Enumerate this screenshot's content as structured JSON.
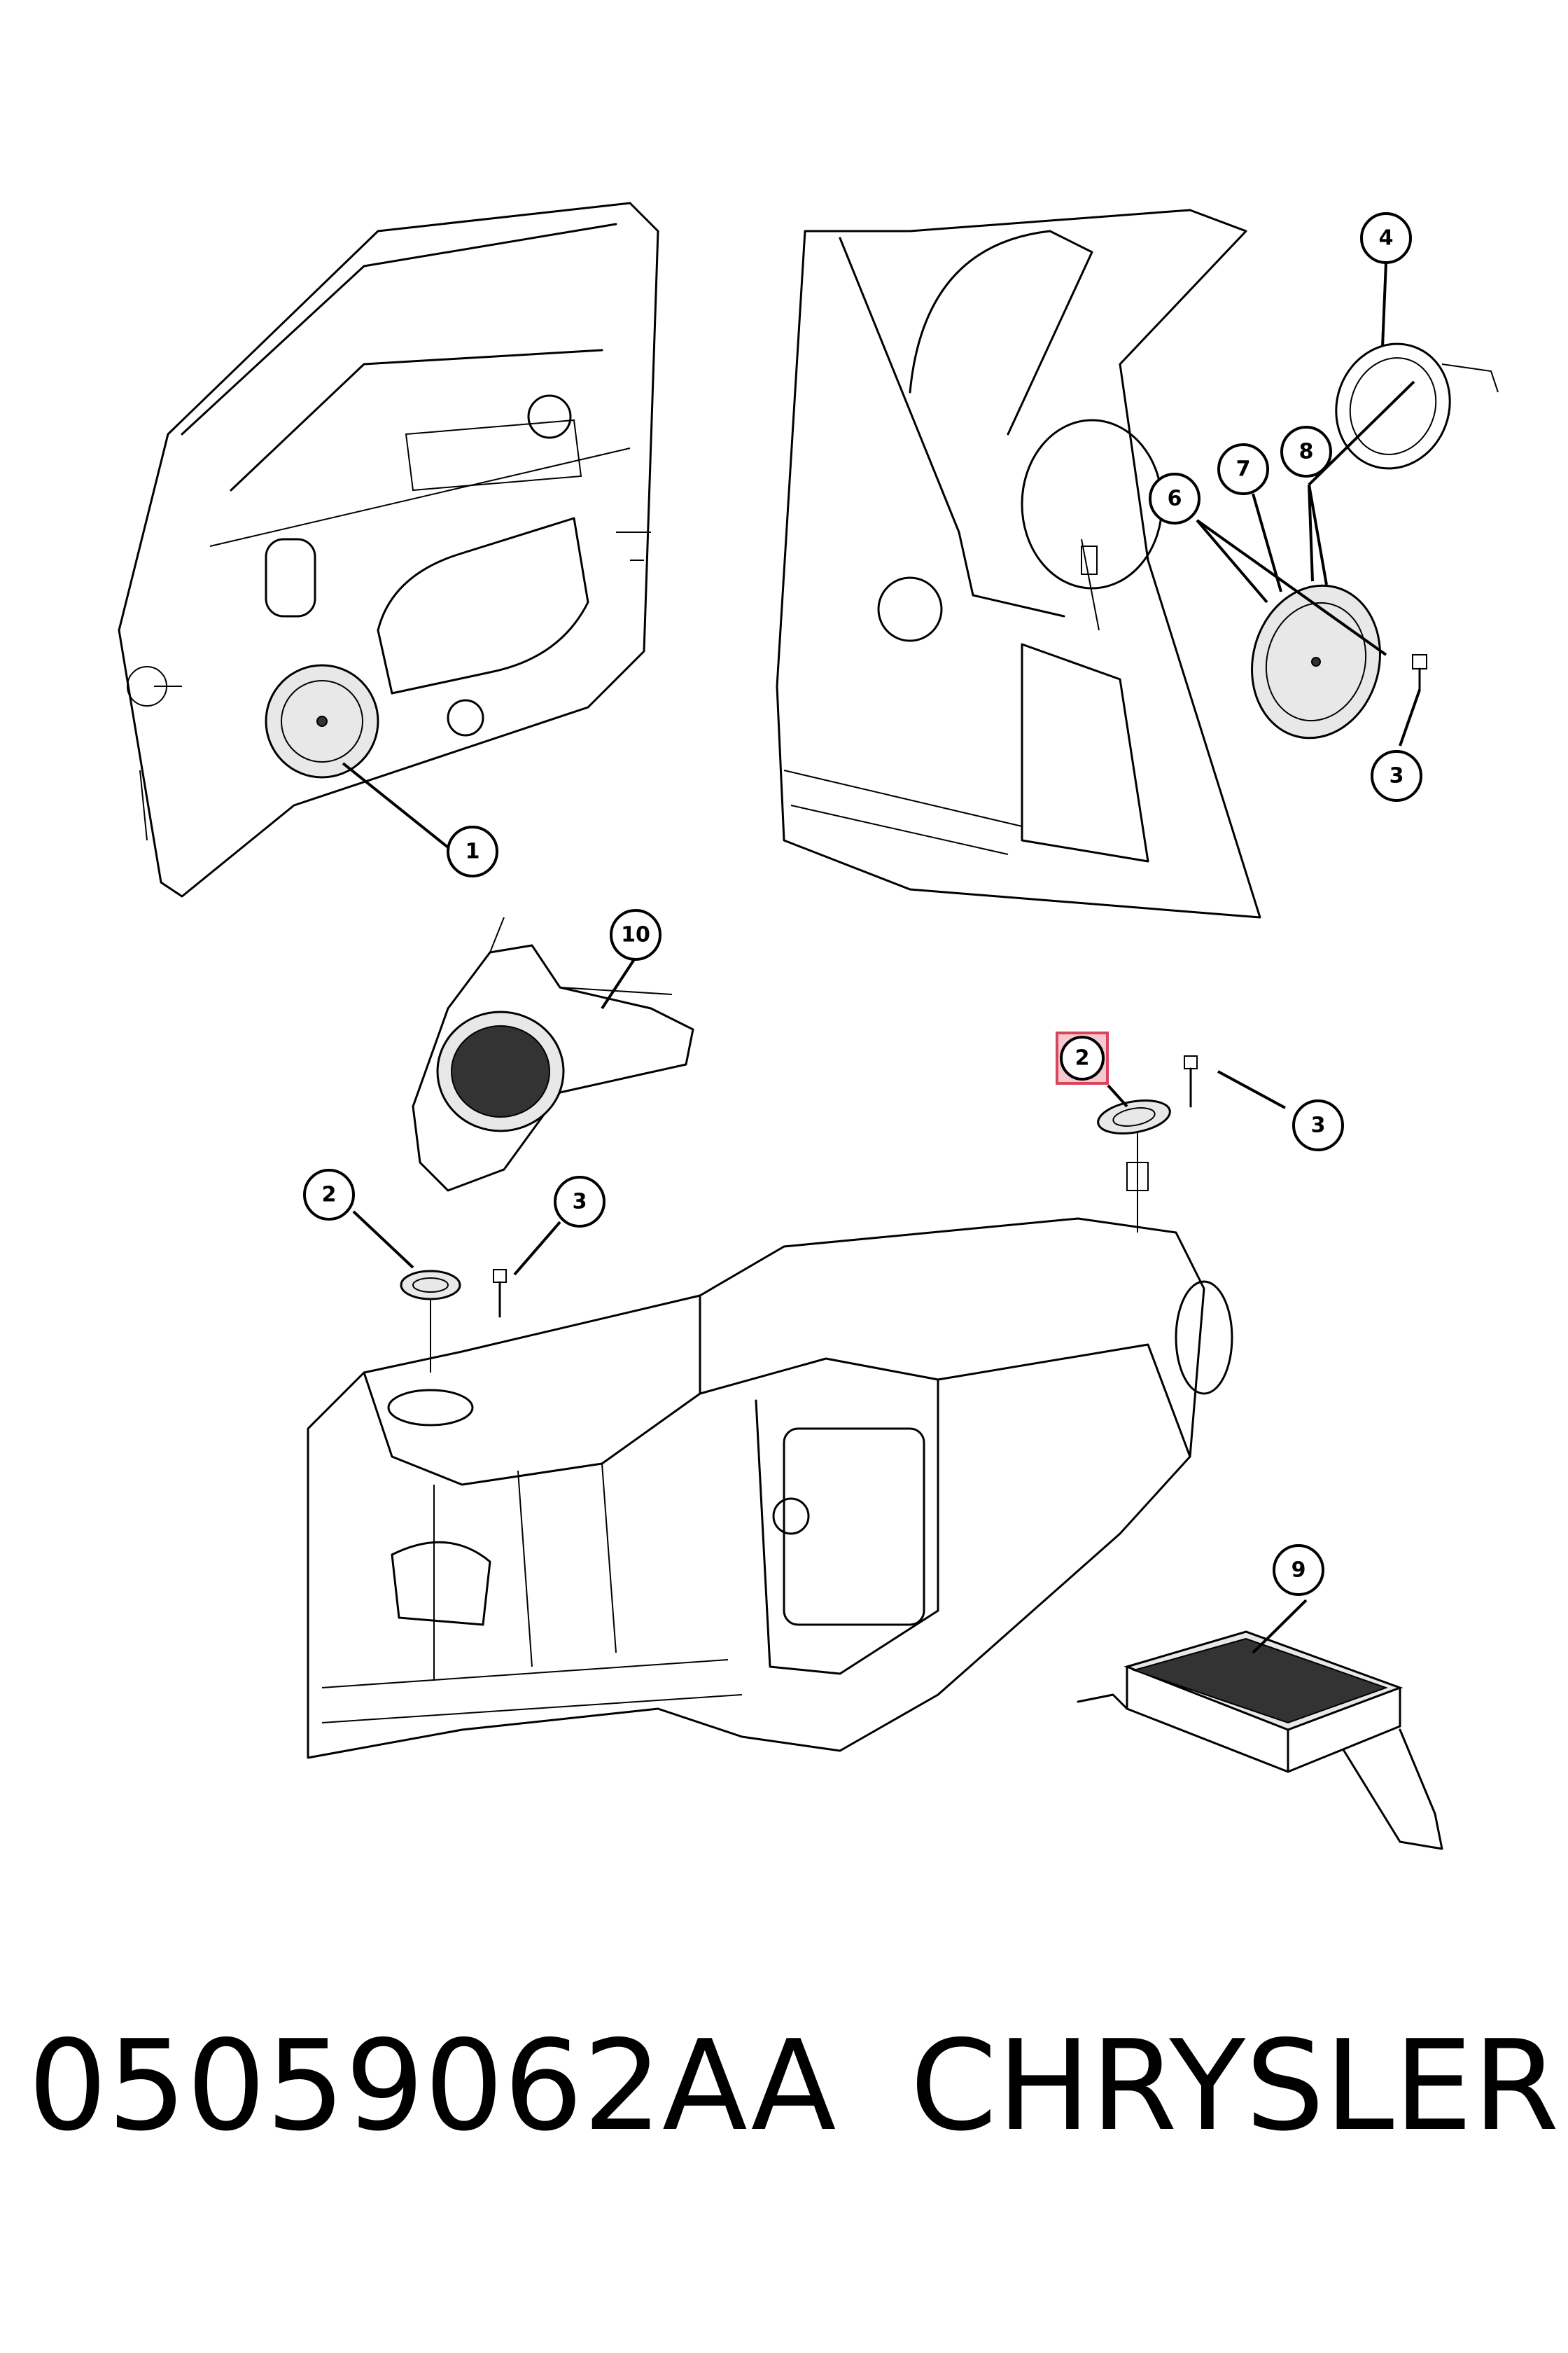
{
  "diagram": {
    "callouts": [
      {
        "id": "front-door-speaker",
        "label": "1",
        "highlighted": false
      },
      {
        "id": "dash-speaker-left",
        "label": "2",
        "highlighted": false
      },
      {
        "id": "dash-speaker-right",
        "label": "2",
        "highlighted": true
      },
      {
        "id": "screw-dash-left",
        "label": "3",
        "highlighted": false
      },
      {
        "id": "screw-dash-right",
        "label": "3",
        "highlighted": false
      },
      {
        "id": "screw-rear-speaker",
        "label": "3",
        "highlighted": false
      },
      {
        "id": "rear-speaker-bracket",
        "label": "4",
        "highlighted": false
      },
      {
        "id": "rear-speaker",
        "label": "6",
        "highlighted": false
      },
      {
        "id": "rear-speaker-part-7",
        "label": "7",
        "highlighted": false
      },
      {
        "id": "rear-speaker-part-8",
        "label": "8",
        "highlighted": false
      },
      {
        "id": "amplifier",
        "label": "9",
        "highlighted": false
      },
      {
        "id": "subwoofer",
        "label": "10",
        "highlighted": false
      }
    ],
    "highlight_color": "#d9465b"
  },
  "footer": {
    "part_number": "05059062AA",
    "brand": "CHRYSLER"
  }
}
